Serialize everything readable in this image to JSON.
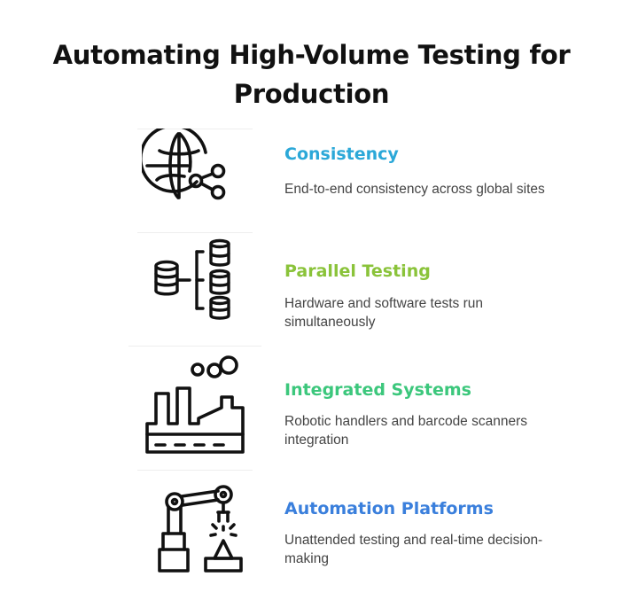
{
  "title": "Automating High-Volume Testing for Production",
  "items": [
    {
      "heading": "Consistency",
      "description": "End-to-end consistency across global sites",
      "color": "#2ba8d8",
      "icon": "globe-share-icon"
    },
    {
      "heading": "Parallel Testing",
      "description": "Hardware and software tests run simultaneously",
      "color": "#8ac33a",
      "icon": "database-parallel-icon"
    },
    {
      "heading": "Integrated Systems",
      "description": "Robotic handlers and barcode scanners integration",
      "color": "#3cc77c",
      "icon": "factory-icon"
    },
    {
      "heading": "Automation Platforms",
      "description": "Unattended testing and real-time decision-making",
      "color": "#3a7fdc",
      "icon": "robotic-arm-icon"
    }
  ]
}
